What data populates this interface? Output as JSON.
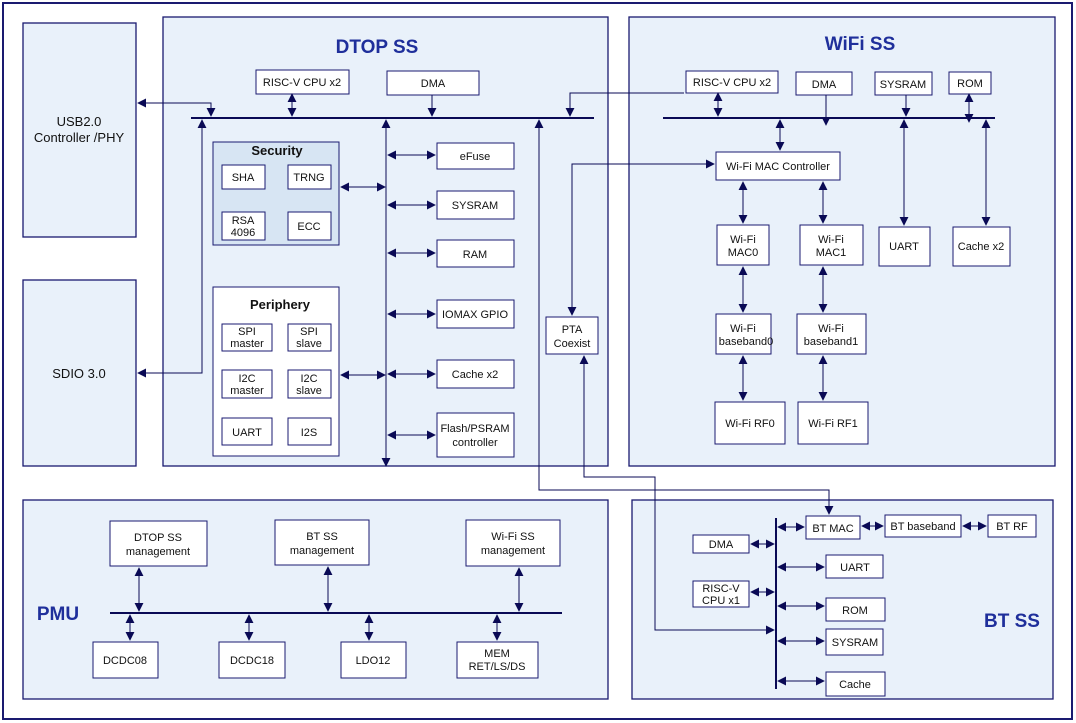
{
  "subsystems": {
    "dtop": "DTOP SS",
    "wifi": "WiFi SS",
    "pmu": "PMU",
    "bt": "BT SS"
  },
  "external": {
    "usb_line1": "USB2.0",
    "usb_line2": "Controller /PHY",
    "sdio": "SDIO 3.0"
  },
  "dtop": {
    "cpu": "RISC-V CPU x2",
    "dma": "DMA",
    "security": {
      "title": "Security",
      "sha": "SHA",
      "trng": "TRNG",
      "rsa_line1": "RSA",
      "rsa_line2": "4096",
      "ecc": "ECC"
    },
    "periphery": {
      "title": "Periphery",
      "spi_master_line1": "SPI",
      "spi_master_line2": "master",
      "spi_slave_line1": "SPI",
      "spi_slave_line2": "slave",
      "i2c_master_line1": "I2C",
      "i2c_master_line2": "master",
      "i2c_slave_line1": "I2C",
      "i2c_slave_line2": "slave",
      "uart": "UART",
      "i2s": "I2S"
    },
    "efuse": "eFuse",
    "sysram": "SYSRAM",
    "ram": "RAM",
    "iomax": "IOMAX GPIO",
    "cache": "Cache x2",
    "flash_line1": "Flash/PSRAM",
    "flash_line2": "controller",
    "pta_line1": "PTA",
    "pta_line2": "Coexist"
  },
  "wifi": {
    "cpu": "RISC-V CPU x2",
    "dma": "DMA",
    "sysram": "SYSRAM",
    "rom": "ROM",
    "mac_controller": "Wi-Fi MAC Controller",
    "mac0_line1": "Wi-Fi",
    "mac0_line2": "MAC0",
    "mac1_line1": "Wi-Fi",
    "mac1_line2": "MAC1",
    "uart": "UART",
    "cache": "Cache x2",
    "bb0_line1": "Wi-Fi",
    "bb0_line2": "baseband0",
    "bb1_line1": "Wi-Fi",
    "bb1_line2": "baseband1",
    "rf0": "Wi-Fi RF0",
    "rf1": "Wi-Fi RF1"
  },
  "pmu": {
    "dtop_mgmt_line1": "DTOP SS",
    "dtop_mgmt_line2": "management",
    "bt_mgmt_line1": "BT SS",
    "bt_mgmt_line2": "management",
    "wifi_mgmt_line1": "Wi-Fi SS",
    "wifi_mgmt_line2": "management",
    "dcdc08": "DCDC08",
    "dcdc18": "DCDC18",
    "ldo12": "LDO12",
    "mem_line1": "MEM",
    "mem_line2": "RET/LS/DS"
  },
  "bt": {
    "mac": "BT MAC",
    "baseband": "BT baseband",
    "rf": "BT RF",
    "dma": "DMA",
    "cpu_line1": "RISC-V",
    "cpu_line2": "CPU x1",
    "uart": "UART",
    "rom": "ROM",
    "sysram": "SYSRAM",
    "cache": "Cache"
  },
  "colors": {
    "border": "#1a1a70",
    "subsystem_fill": "#e9f1fa",
    "security_fill": "#d7e5f3",
    "title": "#1f2f9b",
    "line": "#0a0a55"
  }
}
